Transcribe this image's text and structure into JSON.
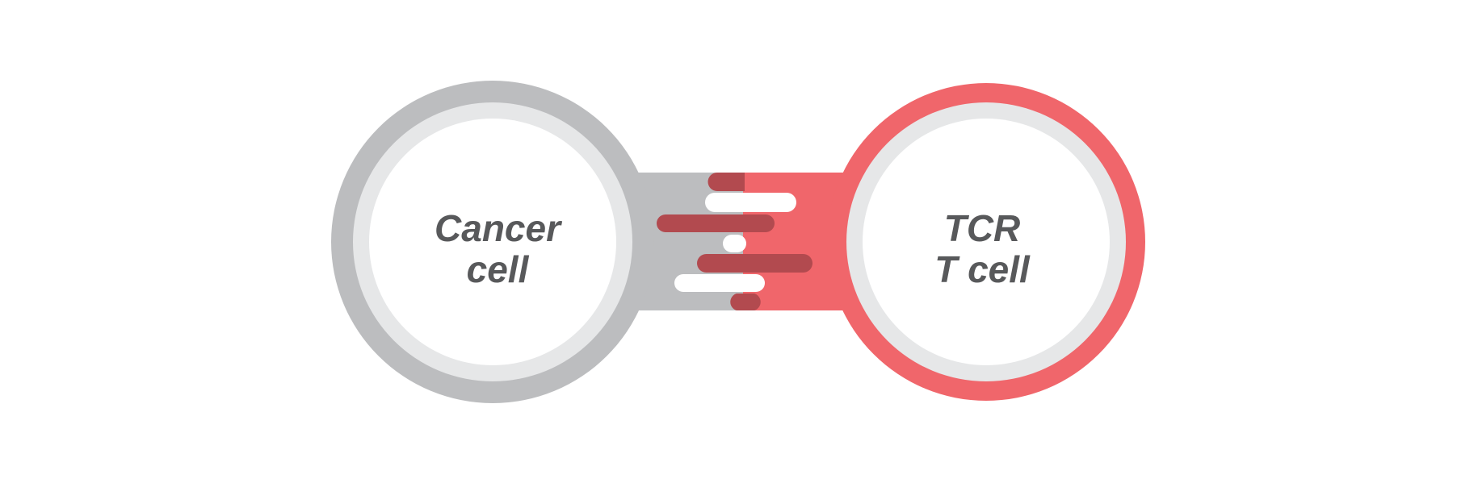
{
  "left_cell": {
    "line1": "Cancer",
    "line2": "cell"
  },
  "right_cell": {
    "line1": "TCR",
    "line2": "T cell"
  },
  "colors": {
    "gray_ring": "#bcbdbf",
    "inner_ring": "#e6e7e8",
    "red_ring": "#f0666b",
    "dark_red": "#b24a4f",
    "text": "#58595b"
  }
}
